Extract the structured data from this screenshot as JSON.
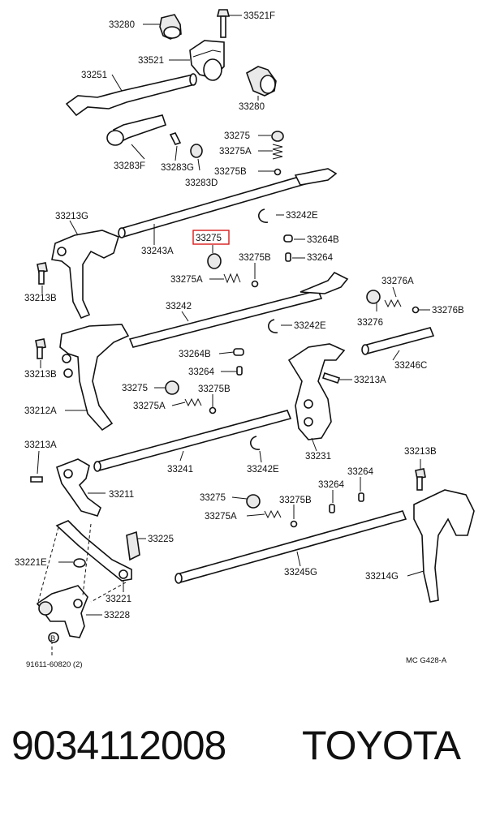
{
  "diagram": {
    "labels": {
      "l33280a": "33280",
      "l33521f": "33521F",
      "l33521": "33521",
      "l33251": "33251",
      "l33280b": "33280",
      "l33275a": "33275",
      "l33275Aa": "33275A",
      "l33275Ba": "33275B",
      "l33283f": "33283F",
      "l33283g": "33283G",
      "l33283d": "33283D",
      "l33213g": "33213G",
      "l33242ea": "33242E",
      "l33275hl": "33275",
      "l33264ba": "33264B",
      "l33243a": "33243A",
      "l33275Bb": "33275B",
      "l33264a": "33264",
      "l33213ba": "33213B",
      "l33275Ab": "33275A",
      "l33276a": "33276A",
      "l33242": "33242",
      "l33276b": "33276B",
      "l33242eb": "33242E",
      "l33276": "33276",
      "l33213bb": "33213B",
      "l33264bb": "33264B",
      "l33246c": "33246C",
      "l33264b": "33264",
      "l33213aa": "33213A",
      "l33275b": "33275",
      "l33275Bc": "33275B",
      "l33275Ac": "33275A",
      "l33212a": "33212A",
      "l33213ab": "33213A",
      "l33231": "33231",
      "l33241": "33241",
      "l33242ec": "33242E",
      "l33213bc": "33213B",
      "l33264c": "33264",
      "l33211": "33211",
      "l33275c": "33275",
      "l33264d": "33264",
      "l33275Bd": "33275B",
      "l33275Ad": "33275A",
      "l33225": "33225",
      "l33221e": "33221E",
      "l33245g": "33245G",
      "l33214g": "33214G",
      "l33221": "33221",
      "l33228": "33228",
      "l91611": "91611-60820 (2)",
      "lbadgeB": "B",
      "lmc": "MC G428-A"
    },
    "highlighted_part": "33275",
    "highlight_color": "#d81a1a"
  },
  "footer": {
    "part_number": "9034112008",
    "brand": "TOYOTA"
  }
}
